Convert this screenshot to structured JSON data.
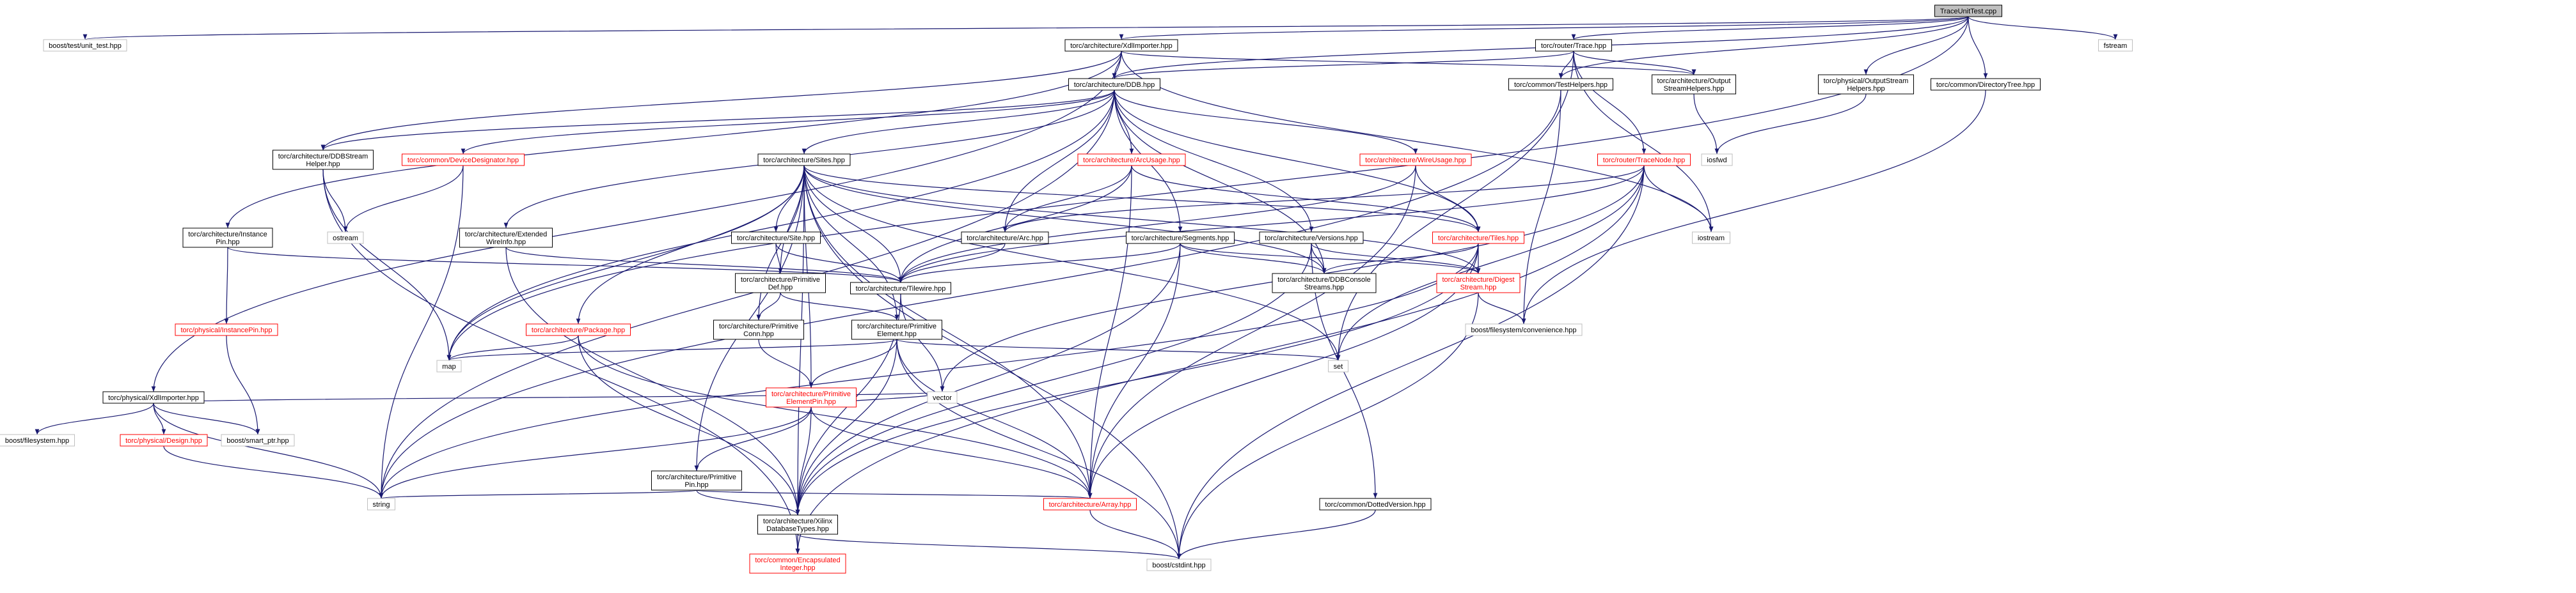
{
  "diagram": {
    "colors": {
      "edge": "#191970",
      "node_border_black": "#000000",
      "node_border_grey": "#bfbfbf",
      "node_border_red": "#ff0000",
      "root_fill": "#bfbfbf",
      "text_black": "#000000",
      "text_red": "#ff0000"
    },
    "nodes": [
      {
        "id": "root",
        "lines": [
          "TraceUnitTest.cpp"
        ],
        "style": "root"
      },
      {
        "id": "unit_test",
        "lines": [
          "boost/test/unit_test.hpp"
        ],
        "style": "grey"
      },
      {
        "id": "xdlimporter",
        "lines": [
          "torc/architecture/XdlImporter.hpp"
        ],
        "style": "black"
      },
      {
        "id": "trace",
        "lines": [
          "torc/router/Trace.hpp"
        ],
        "style": "black"
      },
      {
        "id": "fstream",
        "lines": [
          "fstream"
        ],
        "style": "grey"
      },
      {
        "id": "ddb",
        "lines": [
          "torc/architecture/DDB.hpp"
        ],
        "style": "black"
      },
      {
        "id": "outputstreamhelpers_arch",
        "lines": [
          "torc/architecture/Output",
          "StreamHelpers.hpp"
        ],
        "style": "black"
      },
      {
        "id": "testhelpers",
        "lines": [
          "torc/common/TestHelpers.hpp"
        ],
        "style": "black"
      },
      {
        "id": "outputstreamhelpers_phys",
        "lines": [
          "torc/physical/OutputStream",
          "Helpers.hpp"
        ],
        "style": "black"
      },
      {
        "id": "directorytree",
        "lines": [
          "torc/common/DirectoryTree.hpp"
        ],
        "style": "black"
      },
      {
        "id": "ddbstreamhelper",
        "lines": [
          "torc/architecture/DDBStream",
          "Helper.hpp"
        ],
        "style": "black"
      },
      {
        "id": "devicedesignator",
        "lines": [
          "torc/common/DeviceDesignator.hpp"
        ],
        "style": "red"
      },
      {
        "id": "sites",
        "lines": [
          "torc/architecture/Sites.hpp"
        ],
        "style": "black"
      },
      {
        "id": "arcusage",
        "lines": [
          "torc/architecture/ArcUsage.hpp"
        ],
        "style": "red"
      },
      {
        "id": "wireusage",
        "lines": [
          "torc/architecture/WireUsage.hpp"
        ],
        "style": "red"
      },
      {
        "id": "tracenode",
        "lines": [
          "torc/router/TraceNode.hpp"
        ],
        "style": "red"
      },
      {
        "id": "iosfwd",
        "lines": [
          "iosfwd"
        ],
        "style": "grey"
      },
      {
        "id": "instancepin",
        "lines": [
          "torc/architecture/Instance",
          "Pin.hpp"
        ],
        "style": "black"
      },
      {
        "id": "ostream",
        "lines": [
          "ostream"
        ],
        "style": "grey"
      },
      {
        "id": "extendedwireinfo",
        "lines": [
          "torc/architecture/Extended",
          "WireInfo.hpp"
        ],
        "style": "black"
      },
      {
        "id": "site",
        "lines": [
          "torc/architecture/Site.hpp"
        ],
        "style": "black"
      },
      {
        "id": "arc",
        "lines": [
          "torc/architecture/Arc.hpp"
        ],
        "style": "black"
      },
      {
        "id": "segments",
        "lines": [
          "torc/architecture/Segments.hpp"
        ],
        "style": "black"
      },
      {
        "id": "versions",
        "lines": [
          "torc/architecture/Versions.hpp"
        ],
        "style": "black"
      },
      {
        "id": "tiles",
        "lines": [
          "torc/architecture/Tiles.hpp"
        ],
        "style": "red"
      },
      {
        "id": "iostream",
        "lines": [
          "iostream"
        ],
        "style": "grey"
      },
      {
        "id": "primitivedef",
        "lines": [
          "torc/architecture/Primitive",
          "Def.hpp"
        ],
        "style": "black"
      },
      {
        "id": "tilewire",
        "lines": [
          "torc/architecture/Tilewire.hpp"
        ],
        "style": "black"
      },
      {
        "id": "ddbconsolestreams",
        "lines": [
          "torc/architecture/DDBConsole",
          "Streams.hpp"
        ],
        "style": "black"
      },
      {
        "id": "digeststream",
        "lines": [
          "torc/architecture/Digest",
          "Stream.hpp"
        ],
        "style": "red"
      },
      {
        "id": "phys_instancepin",
        "lines": [
          "torc/physical/InstancePin.hpp"
        ],
        "style": "red"
      },
      {
        "id": "package",
        "lines": [
          "torc/architecture/Package.hpp"
        ],
        "style": "red"
      },
      {
        "id": "primitiveconn",
        "lines": [
          "torc/architecture/Primitive",
          "Conn.hpp"
        ],
        "style": "black"
      },
      {
        "id": "primitiveelement",
        "lines": [
          "torc/architecture/Primitive",
          "Element.hpp"
        ],
        "style": "black"
      },
      {
        "id": "convenience",
        "lines": [
          "boost/filesystem/convenience.hpp"
        ],
        "style": "grey"
      },
      {
        "id": "map",
        "lines": [
          "map"
        ],
        "style": "grey"
      },
      {
        "id": "set",
        "lines": [
          "set"
        ],
        "style": "grey"
      },
      {
        "id": "phys_xdlimporter",
        "lines": [
          "torc/physical/XdlImporter.hpp"
        ],
        "style": "black"
      },
      {
        "id": "primitiveelementpin",
        "lines": [
          "torc/architecture/Primitive",
          "ElementPin.hpp"
        ],
        "style": "red"
      },
      {
        "id": "vector",
        "lines": [
          "vector"
        ],
        "style": "grey"
      },
      {
        "id": "boost_filesystem",
        "lines": [
          "boost/filesystem.hpp"
        ],
        "style": "grey"
      },
      {
        "id": "design",
        "lines": [
          "torc/physical/Design.hpp"
        ],
        "style": "red"
      },
      {
        "id": "smart_ptr",
        "lines": [
          "boost/smart_ptr.hpp"
        ],
        "style": "grey"
      },
      {
        "id": "primitivepin",
        "lines": [
          "torc/architecture/Primitive",
          "Pin.hpp"
        ],
        "style": "black"
      },
      {
        "id": "string",
        "lines": [
          "string"
        ],
        "style": "grey"
      },
      {
        "id": "array",
        "lines": [
          "torc/architecture/Array.hpp"
        ],
        "style": "red"
      },
      {
        "id": "xilinxdatabasetypes",
        "lines": [
          "torc/architecture/Xilinx",
          "DatabaseTypes.hpp"
        ],
        "style": "black"
      },
      {
        "id": "dottedversion",
        "lines": [
          "torc/common/DottedVersion.hpp"
        ],
        "style": "black"
      },
      {
        "id": "encapsulatedinteger",
        "lines": [
          "torc/common/Encapsulated",
          "Integer.hpp"
        ],
        "style": "red"
      },
      {
        "id": "cstdint",
        "lines": [
          "boost/cstdint.hpp"
        ],
        "style": "grey"
      }
    ],
    "edges": [
      [
        "root",
        "unit_test"
      ],
      [
        "root",
        "xdlimporter"
      ],
      [
        "root",
        "trace"
      ],
      [
        "root",
        "fstream"
      ],
      [
        "root",
        "ddb"
      ],
      [
        "root",
        "testhelpers"
      ],
      [
        "root",
        "outputstreamhelpers_phys"
      ],
      [
        "root",
        "directorytree"
      ],
      [
        "root",
        "map"
      ],
      [
        "xdlimporter",
        "ddb"
      ],
      [
        "xdlimporter",
        "outputstreamhelpers_arch"
      ],
      [
        "xdlimporter",
        "phys_xdlimporter"
      ],
      [
        "xdlimporter",
        "instancepin"
      ],
      [
        "xdlimporter",
        "ddbstreamhelper"
      ],
      [
        "xdlimporter",
        "iostream"
      ],
      [
        "trace",
        "ddb"
      ],
      [
        "trace",
        "testhelpers"
      ],
      [
        "trace",
        "outputstreamhelpers_arch"
      ],
      [
        "trace",
        "tracenode"
      ],
      [
        "trace",
        "set"
      ],
      [
        "trace",
        "iostream"
      ],
      [
        "ddb",
        "ddbstreamhelper"
      ],
      [
        "ddb",
        "devicedesignator"
      ],
      [
        "ddb",
        "sites"
      ],
      [
        "ddb",
        "arcusage"
      ],
      [
        "ddb",
        "wireusage"
      ],
      [
        "ddb",
        "extendedwireinfo"
      ],
      [
        "ddb",
        "arc"
      ],
      [
        "ddb",
        "segments"
      ],
      [
        "ddb",
        "versions"
      ],
      [
        "ddb",
        "tiles"
      ],
      [
        "ddb",
        "ddbconsolestreams"
      ],
      [
        "ddb",
        "string"
      ],
      [
        "ddb",
        "map"
      ],
      [
        "outputstreamhelpers_arch",
        "iosfwd"
      ],
      [
        "outputstreamhelpers_phys",
        "iosfwd"
      ],
      [
        "testhelpers",
        "convenience"
      ],
      [
        "testhelpers",
        "string"
      ],
      [
        "directorytree",
        "convenience"
      ],
      [
        "ddbstreamhelper",
        "ostream"
      ],
      [
        "ddbstreamhelper",
        "map"
      ],
      [
        "ddbstreamhelper",
        "encapsulatedinteger"
      ],
      [
        "devicedesignator",
        "ostream"
      ],
      [
        "devicedesignator",
        "string"
      ],
      [
        "sites",
        "site"
      ],
      [
        "sites",
        "tilewire"
      ],
      [
        "sites",
        "package"
      ],
      [
        "sites",
        "primitiveconn"
      ],
      [
        "sites",
        "primitiveelement"
      ],
      [
        "sites",
        "primitivedef"
      ],
      [
        "sites",
        "primitiveelementpin"
      ],
      [
        "sites",
        "primitivepin"
      ],
      [
        "sites",
        "xilinxdatabasetypes"
      ],
      [
        "sites",
        "array"
      ],
      [
        "sites",
        "map"
      ],
      [
        "sites",
        "set"
      ],
      [
        "sites",
        "cstdint"
      ],
      [
        "sites",
        "ddbconsolestreams"
      ],
      [
        "sites",
        "tiles"
      ],
      [
        "sites",
        "digeststream"
      ],
      [
        "arcusage",
        "arc"
      ],
      [
        "arcusage",
        "tilewire"
      ],
      [
        "arcusage",
        "tiles"
      ],
      [
        "arcusage",
        "array"
      ],
      [
        "wireusage",
        "tiles"
      ],
      [
        "wireusage",
        "tilewire"
      ],
      [
        "wireusage",
        "array"
      ],
      [
        "tracenode",
        "arc"
      ],
      [
        "tracenode",
        "tilewire"
      ],
      [
        "tracenode",
        "set"
      ],
      [
        "tracenode",
        "vector"
      ],
      [
        "tracenode",
        "iostream"
      ],
      [
        "tracenode",
        "cstdint"
      ],
      [
        "tracenode",
        "encapsulatedinteger"
      ],
      [
        "instancepin",
        "tilewire"
      ],
      [
        "instancepin",
        "phys_instancepin"
      ],
      [
        "extendedwireinfo",
        "tilewire"
      ],
      [
        "extendedwireinfo",
        "xilinxdatabasetypes"
      ],
      [
        "site",
        "primitivedef"
      ],
      [
        "site",
        "tilewire"
      ],
      [
        "arc",
        "tilewire"
      ],
      [
        "segments",
        "tilewire"
      ],
      [
        "segments",
        "ddbconsolestreams"
      ],
      [
        "segments",
        "digeststream"
      ],
      [
        "segments",
        "xilinxdatabasetypes"
      ],
      [
        "segments",
        "array"
      ],
      [
        "versions",
        "ddbconsolestreams"
      ],
      [
        "versions",
        "digeststream"
      ],
      [
        "versions",
        "xilinxdatabasetypes"
      ],
      [
        "versions",
        "dottedversion"
      ],
      [
        "tiles",
        "ddbconsolestreams"
      ],
      [
        "tiles",
        "digeststream"
      ],
      [
        "tiles",
        "xilinxdatabasetypes"
      ],
      [
        "tiles",
        "array"
      ],
      [
        "tiles",
        "string"
      ],
      [
        "primitivedef",
        "primitiveconn"
      ],
      [
        "primitivedef",
        "primitiveelement"
      ],
      [
        "tilewire",
        "xilinxdatabasetypes"
      ],
      [
        "tilewire",
        "vector"
      ],
      [
        "digeststream",
        "convenience"
      ],
      [
        "digeststream",
        "cstdint"
      ],
      [
        "phys_instancepin",
        "smart_ptr"
      ],
      [
        "package",
        "map"
      ],
      [
        "package",
        "xilinxdatabasetypes"
      ],
      [
        "package",
        "array"
      ],
      [
        "primitiveconn",
        "primitiveelementpin"
      ],
      [
        "primitiveelement",
        "primitiveelementpin"
      ],
      [
        "primitiveelement",
        "map"
      ],
      [
        "primitiveelement",
        "set"
      ],
      [
        "primitiveelement",
        "xilinxdatabasetypes"
      ],
      [
        "primitiveelement",
        "array"
      ],
      [
        "primitiveelement",
        "cstdint"
      ],
      [
        "phys_xdlimporter",
        "boost_filesystem"
      ],
      [
        "phys_xdlimporter",
        "design"
      ],
      [
        "phys_xdlimporter",
        "smart_ptr"
      ],
      [
        "phys_xdlimporter",
        "vector"
      ],
      [
        "phys_xdlimporter",
        "string"
      ],
      [
        "design",
        "string"
      ],
      [
        "primitiveelementpin",
        "primitivepin"
      ],
      [
        "primitiveelementpin",
        "xilinxdatabasetypes"
      ],
      [
        "primitiveelementpin",
        "array"
      ],
      [
        "primitiveelementpin",
        "vector"
      ],
      [
        "primitiveelementpin",
        "string"
      ],
      [
        "primitivepin",
        "xilinxdatabasetypes"
      ],
      [
        "primitivepin",
        "array"
      ],
      [
        "primitivepin",
        "string"
      ],
      [
        "array",
        "cstdint"
      ],
      [
        "xilinxdatabasetypes",
        "encapsulatedinteger"
      ],
      [
        "xilinxdatabasetypes",
        "cstdint"
      ],
      [
        "dottedversion",
        "cstdint"
      ]
    ]
  }
}
